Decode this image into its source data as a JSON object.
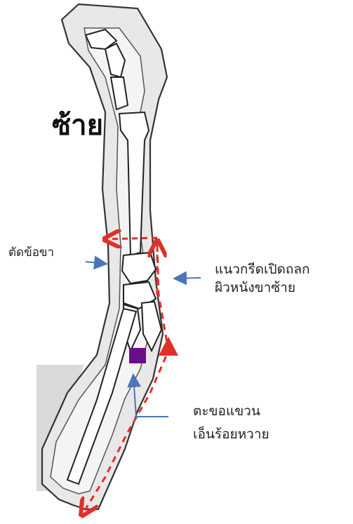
{
  "title": "ซ้าย",
  "labels": {
    "cut_joint": "ตัดข้อขา",
    "incision_line": [
      "แนวกรีดเปิดถลก",
      "ผิวหนังขาซ้าย"
    ],
    "hook_point": [
      "ตะขอแขวน",
      "เอ็นร้อยหวาย"
    ]
  },
  "colors": {
    "outline": "#333333",
    "incision": "#e0302a",
    "hook_marker": "#6a0f8c",
    "pointer_arrow": "#4a76b8",
    "shade": "#d9d9d9"
  }
}
